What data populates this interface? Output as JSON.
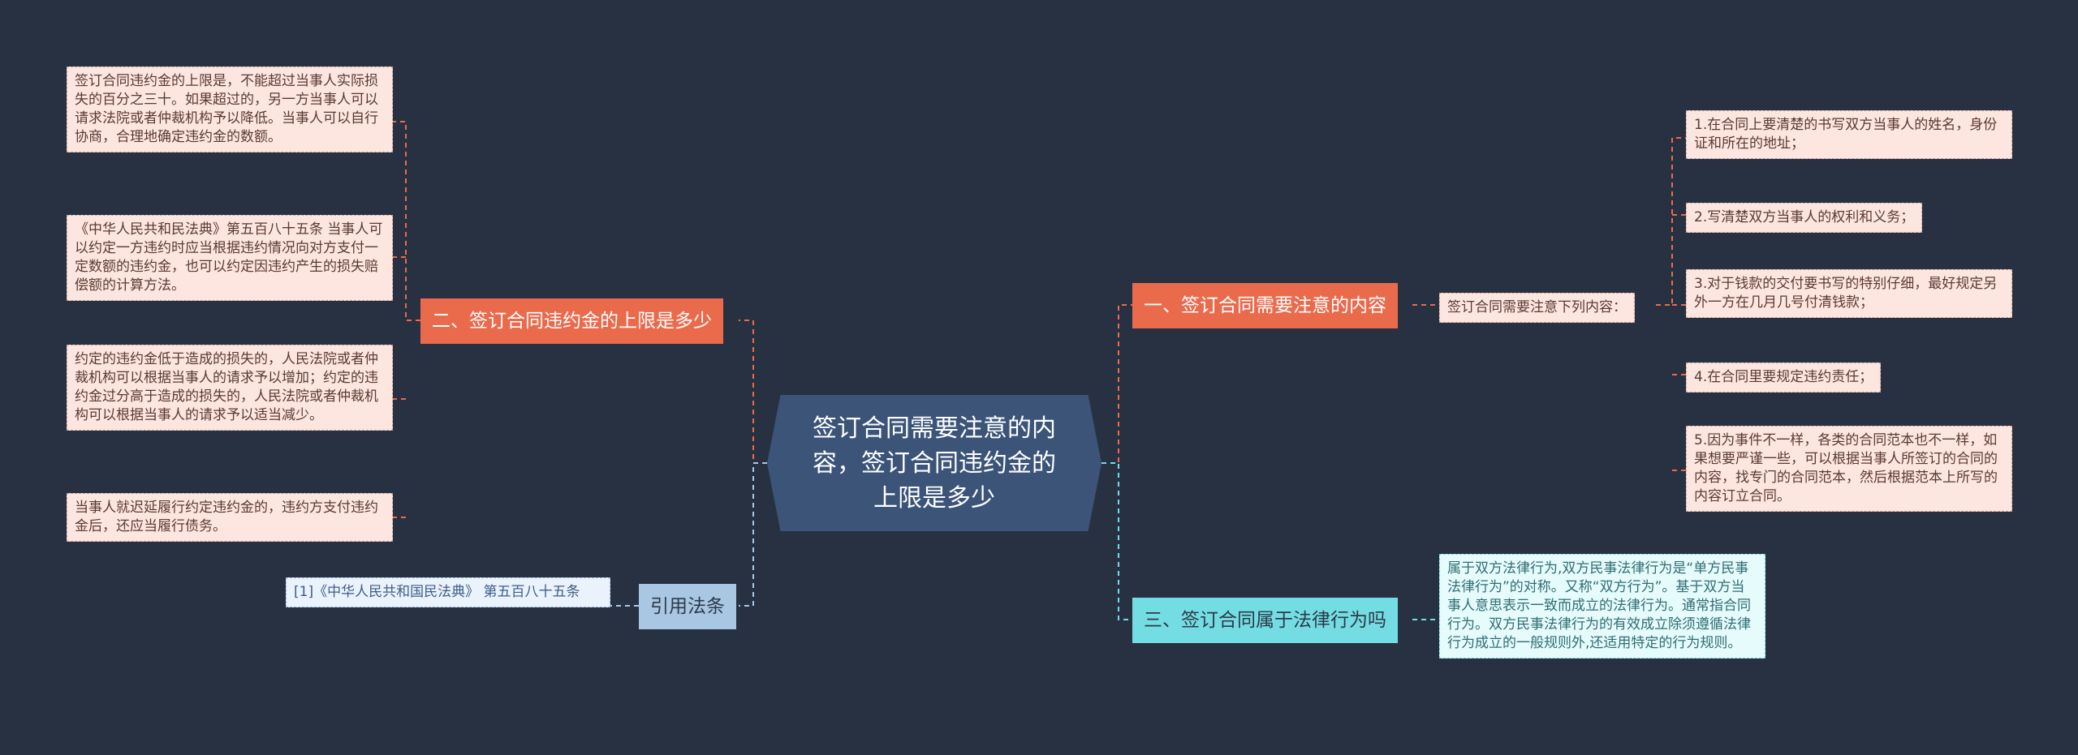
{
  "center": {
    "title": "签订合同需要注意的内容，签订合同违约金的上限是多少"
  },
  "branches": {
    "b1": {
      "label": "一、签订合同需要注意的内容"
    },
    "b2": {
      "label": "二、签订合同违约金的上限是多少"
    },
    "b3": {
      "label": "三、签订合同属于法律行为吗"
    },
    "b4": {
      "label": "引用法条"
    }
  },
  "b1_mid": {
    "text": "签订合同需要注意下列内容："
  },
  "b1_items": [
    "1.在合同上要清楚的书写双方当事人的姓名，身份证和所在的地址；",
    "2.写清楚双方当事人的权利和义务；",
    "3.对于钱款的交付要书写的特别仔细，最好规定另外一方在几月几号付清钱款；",
    "4.在合同里要规定违约责任；",
    "5.因为事件不一样，各类的合同范本也不一样，如果想要严谨一些，可以根据当事人所签订的合同的内容，找专门的合同范本，然后根据范本上所写的内容订立合同。"
  ],
  "b2_items": [
    "签订合同违约金的上限是，不能超过当事人实际损失的百分之三十。如果超过的，另一方当事人可以请求法院或者仲裁机构予以降低。当事人可以自行协商，合理地确定违约金的数额。",
    "《中华人民共和民法典》第五百八十五条 当事人可以约定一方违约时应当根据违约情况向对方支付一定数额的违约金，也可以约定因违约产生的损失赔偿额的计算方法。",
    "约定的违约金低于造成的损失的，人民法院或者仲裁机构可以根据当事人的请求予以增加；约定的违约金过分高于造成的损失的，人民法院或者仲裁机构可以根据当事人的请求予以适当减少。",
    "当事人就迟延履行约定违约金的，违约方支付违约金后，还应当履行债务。"
  ],
  "b3_item": "属于双方法律行为,双方民事法律行为是“单方民事法律行为”的对称。又称“双方行为”。基于双方当事人意思表示一致而成立的法律行为。通常指合同行为。双方民事法律行为的有效成立除须遵循法律行为成立的一般规则外,还适用特定的行为规则。",
  "b4_item": "[1]《中华人民共和国民法典》 第五百八十五条",
  "colors": {
    "background": "#283141",
    "center": "#3b5478",
    "red": "#ea6a4c",
    "cyan": "#74dde3",
    "blue": "#a9c6e3",
    "pink_leaf": "#fde6df"
  }
}
